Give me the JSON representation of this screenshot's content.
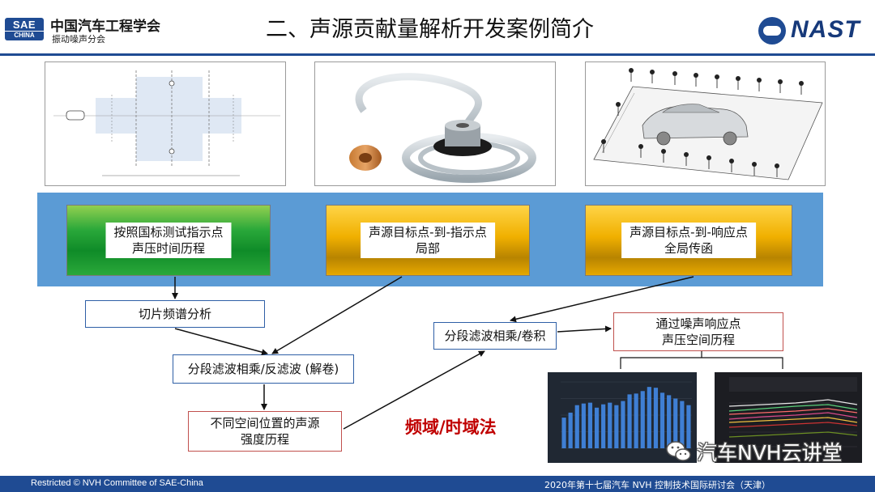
{
  "header": {
    "logo_line1": "SAE",
    "logo_line2": "CHINA",
    "org_name": "中国汽车工程学会",
    "org_sub": "振动噪声分会",
    "title": "二、声源贡献量解析开发案例简介",
    "right_logo": "NAST"
  },
  "band": {
    "box1": {
      "line1": "按照国标测试指示点",
      "line2": "声压时间历程"
    },
    "box2": {
      "line1": "声源目标点-到-指示点",
      "line2": "局部"
    },
    "box3": {
      "line1": "声源目标点-到-响应点",
      "line2": "全局传函"
    }
  },
  "flow": {
    "slice": "切片频谱分析",
    "filter": "分段滤波相乘/反滤波 (解卷)",
    "strength_line1": "不同空间位置的声源",
    "strength_line2": "强度历程",
    "conv": "分段滤波相乘/卷积",
    "response_line1": "通过噪声响应点",
    "response_line2": "声压空间历程"
  },
  "method_label": "频域/时域法",
  "watermark": "汽车NVH云讲堂",
  "footer": {
    "left": "Restricted © NVH Committee of SAE-China",
    "right": "2020年第十七届汽车 NVH 控制技术国际研讨会（天津）"
  },
  "colors": {
    "brand_blue": "#1f4b93",
    "band_blue": "#5b9bd5",
    "accent_red": "#c00000",
    "box_green": "#1c9a36",
    "box_gold": "#f0b000"
  },
  "chart_data": {
    "type": "bar",
    "values": [
      37,
      43,
      52,
      54,
      55,
      49,
      53,
      55,
      52,
      57,
      65,
      66,
      69,
      74,
      73,
      67,
      64,
      60,
      57,
      52
    ]
  }
}
